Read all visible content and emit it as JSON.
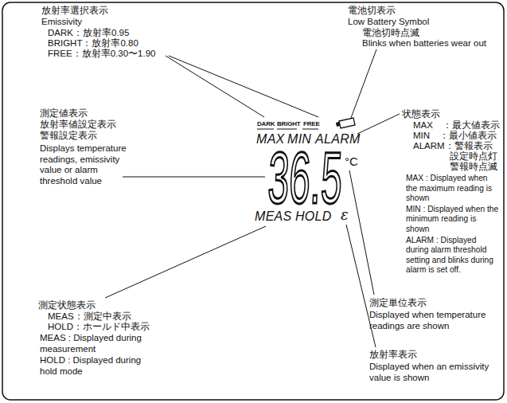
{
  "diagram": {
    "labels": [
      "放射率選択表示",
      "Emissivity",
      "DARK：放射率0.95",
      "BRIGHT：放射率0.80",
      "FREE：放射率0.30〜1.90",
      "電池切表示",
      "Low Battery Symbol",
      "電池切時点滅",
      "Blinks when batteries wear out",
      "測定値表示",
      "放射率値設定表示",
      "警報設定表示",
      "Displays temperature readings, emissivity value or alarm threshold value",
      "DARK",
      "BRIGHT",
      "FREE",
      "MAX",
      "MIN",
      "ALARM",
      "36.5",
      "°C",
      "MEAS",
      "HOLD",
      "ε",
      "状態表示",
      "MAX　：最大値表示",
      "MIN　：最小値表示",
      "ALARM：警報表示",
      "設定時点灯",
      "警報時点滅",
      "MAX : Displayed when the maximum reading is shown",
      "MIN : Displayed when the minimum reading is shown",
      "ALARM : Displayed during alarm threshold setting and blinks during alarm is set off.",
      "測定状態表示",
      "MEAS：測定中表示",
      "HOLD：ホールド中表示",
      "MEAS : Displayed during measurement",
      "HOLD : Displayed during hold mode",
      "測定単位表示",
      "Displayed when temperature readings are shown",
      "放射率表示",
      "Displayed when an emissivity value is shown"
    ]
  }
}
